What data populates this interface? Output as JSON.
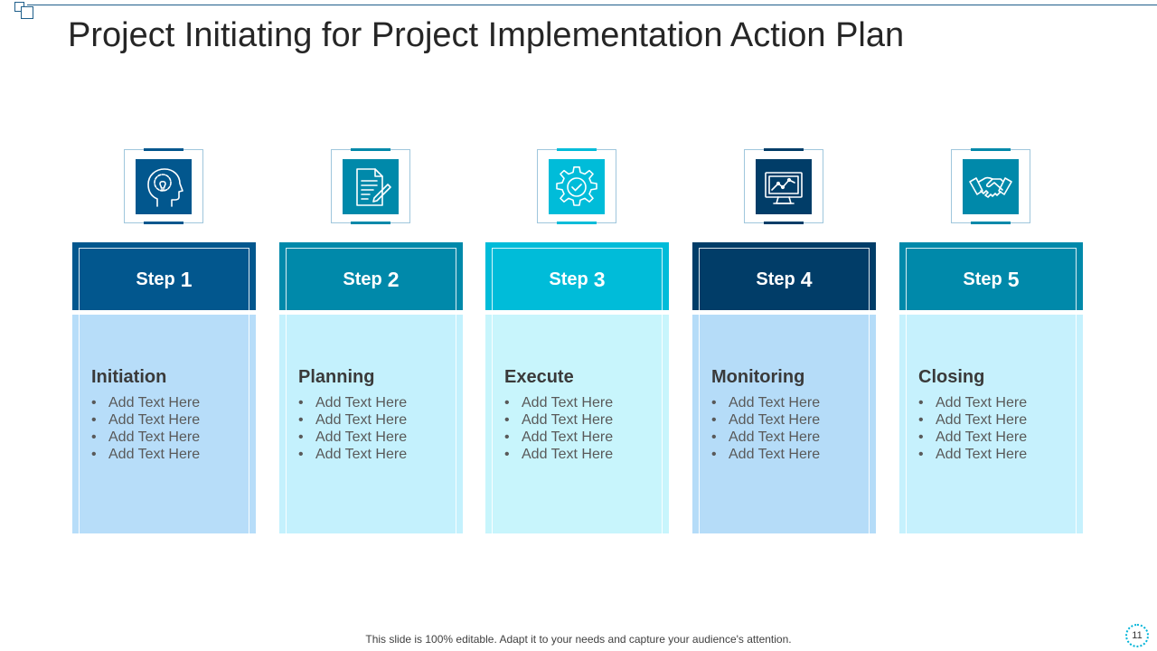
{
  "title": "Project Initiating for Project Implementation Action Plan",
  "step_word": "Step",
  "steps": [
    {
      "number": "1",
      "heading": "Initiation",
      "items": [
        "Add Text Here",
        "Add Text Here",
        "Add Text Here",
        "Add Text Here"
      ],
      "icon": "head-lightbulb-gear-icon"
    },
    {
      "number": "2",
      "heading": "Planning",
      "items": [
        "Add Text Here",
        "Add Text Here",
        "Add Text Here",
        "Add Text Here"
      ],
      "icon": "document-pencil-icon"
    },
    {
      "number": "3",
      "heading": "Execute",
      "items": [
        "Add Text Here",
        "Add Text Here",
        "Add Text Here",
        "Add Text Here"
      ],
      "icon": "gear-check-icon"
    },
    {
      "number": "4",
      "heading": "Monitoring",
      "items": [
        "Add Text Here",
        "Add Text Here",
        "Add Text Here",
        "Add Text Here"
      ],
      "icon": "monitor-chart-icon"
    },
    {
      "number": "5",
      "heading": "Closing",
      "items": [
        "Add Text Here",
        "Add Text Here",
        "Add Text Here",
        "Add Text Here"
      ],
      "icon": "handshake-icon"
    }
  ],
  "colors": {
    "step1_head": "#02578e",
    "step1_body": "#b7ddf9",
    "step1_icon": "#02578e",
    "step2_head": "#0089aa",
    "step2_body": "#c4f1fd",
    "step2_icon": "#0089aa",
    "step3_head": "#00bcd9",
    "step3_body": "#c8f5fc",
    "step3_icon": "#00bcd9",
    "step4_head": "#013d68",
    "step4_body": "#b5dcf8",
    "step4_icon": "#013d68",
    "step5_head": "#0089aa",
    "step5_body": "#c6f1fd",
    "step5_icon": "#0089aa"
  },
  "footer": "This slide is 100% editable. Adapt it to your needs and capture your audience's attention.",
  "page_number": "11"
}
